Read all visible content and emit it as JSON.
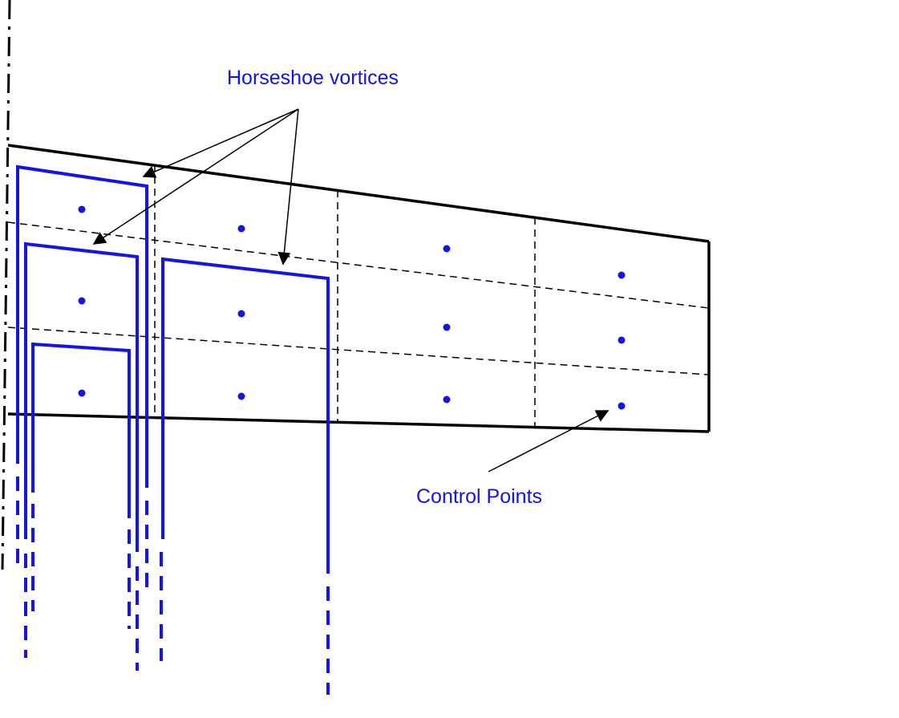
{
  "labels": {
    "horseshoe": "Horseshoe vortices",
    "control_points": "Control Points"
  },
  "colors": {
    "vortex": "#1414e6",
    "outline": "#000000",
    "label": "#1414e6",
    "background": "#ffffff"
  },
  "grid": {
    "spanwise_panels": 4,
    "chordwise_panels": 3
  }
}
